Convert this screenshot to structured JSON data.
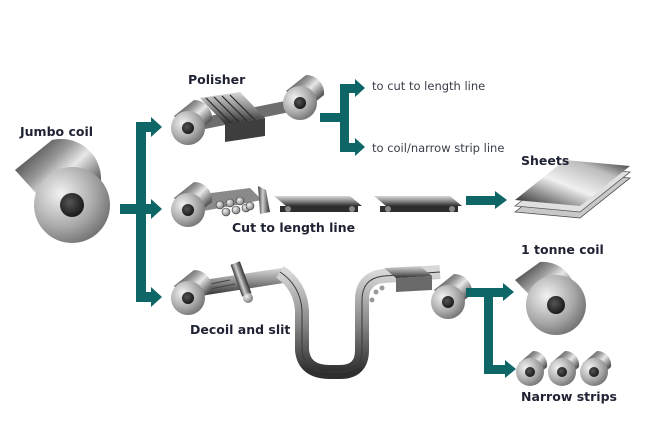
{
  "diagram": {
    "title": "Steel coil processing flow",
    "colors": {
      "arrow": "#0e6666",
      "label": "#1f2233",
      "destination_text": "#3a3d4a",
      "background": "#ffffff"
    },
    "source": {
      "label": "Jumbo coil",
      "icon": "coil-icon"
    },
    "processes": [
      {
        "id": "polisher",
        "label": "Polisher",
        "icon": "polisher-machine-icon"
      },
      {
        "id": "cut-to-length",
        "label": "Cut to length line",
        "icon": "cut-to-length-machine-icon"
      },
      {
        "id": "decoil-slit",
        "label": "Decoil and slit",
        "icon": "slitting-line-icon"
      }
    ],
    "polisher_outputs": [
      {
        "label": "to cut to length line"
      },
      {
        "label": "to coil/narrow strip line"
      }
    ],
    "products": [
      {
        "id": "sheets",
        "label": "Sheets",
        "icon": "sheet-stack-icon"
      },
      {
        "id": "tonne-coil",
        "label": "1 tonne coil",
        "icon": "coil-icon"
      },
      {
        "id": "narrow-strips",
        "label": "Narrow strips",
        "icon": "small-coils-icon"
      }
    ]
  }
}
